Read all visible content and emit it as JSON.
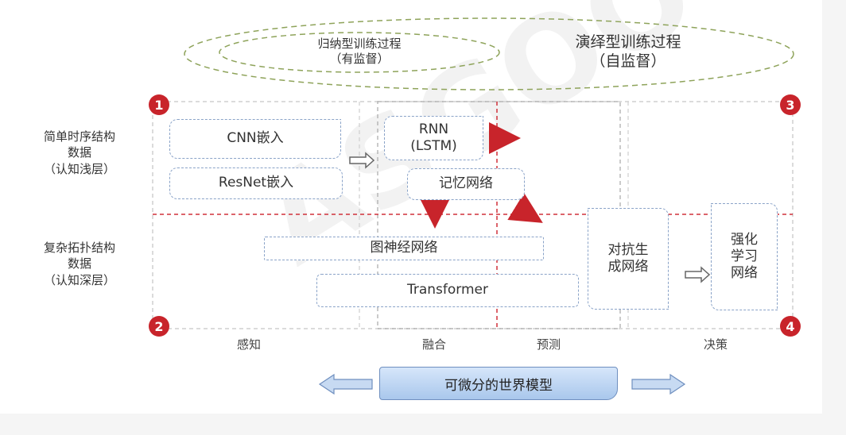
{
  "process": {
    "inductive": "归纳型训练过程",
    "inductive_sub": "（有监督）",
    "deductive": "演绎型训练过程",
    "deductive_sub": "（自监督）"
  },
  "rows": {
    "simple_1": "简单时序结构",
    "simple_2": "数据",
    "simple_3": "（认知浅层）",
    "complex_1": "复杂拓扑结构",
    "complex_2": "数据",
    "complex_3": "（认知深层）"
  },
  "badges": [
    "1",
    "2",
    "3",
    "4"
  ],
  "boxes": {
    "cnn": "CNN嵌入",
    "resnet": "ResNet嵌入",
    "rnn_1": "RNN",
    "rnn_2": "(LSTM)",
    "memory": "记忆网络",
    "graph": "图神经网络",
    "transformer": "Transformer",
    "gan_1": "对抗生",
    "gan_2": "成网络",
    "rl_1": "强化",
    "rl_2": "学习",
    "rl_3": "网络"
  },
  "stages": [
    "感知",
    "融合",
    "预测",
    "决策"
  ],
  "world_model": "可微分的世界模型",
  "watermark": "ASGOO"
}
